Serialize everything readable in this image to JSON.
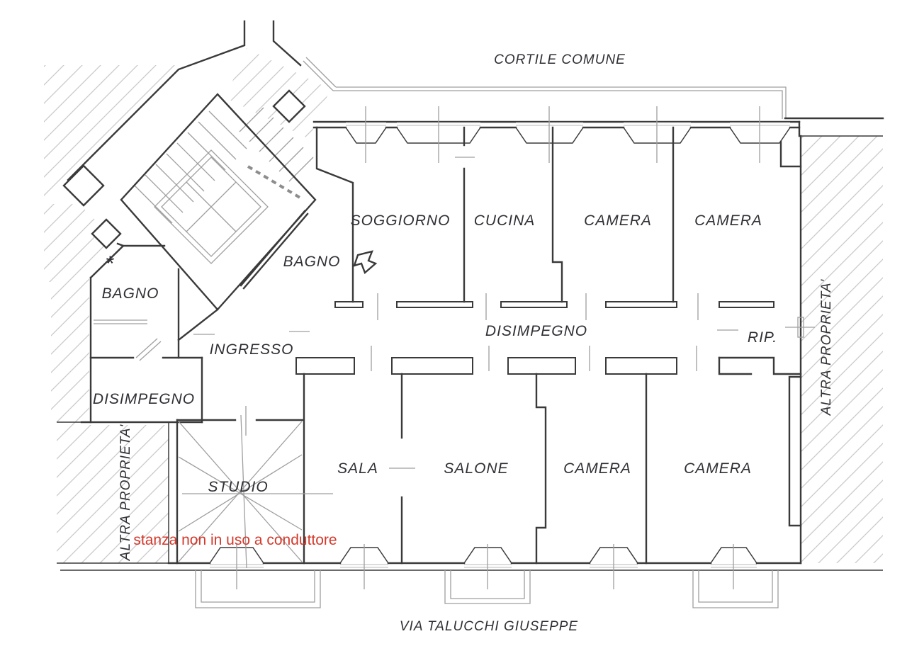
{
  "plan": {
    "courtyard_label": "CORTILE COMUNE",
    "street_label": "VIA TALUCCHI GIUSEPPE",
    "note_red": "stanza non in uso a conduttore",
    "adjacent_property_left": "ALTRA PROPRIETA'",
    "adjacent_property_right": "ALTRA PROPRIETA'",
    "asterisk_mark": "*",
    "rooms": {
      "soggiorno": "SOGGIORNO",
      "cucina": "CUCINA",
      "camera_top_1": "CAMERA",
      "camera_top_2": "CAMERA",
      "bagno_stairs": "BAGNO",
      "bagno_left": "BAGNO",
      "ingresso": "INGRESSO",
      "disimpegno_corridor": "DISIMPEGNO",
      "rip": "RIP.",
      "disimpegno_left": "DISIMPEGNO",
      "studio": "STUDIO",
      "sala": "SALA",
      "salone": "SALONE",
      "camera_bottom_1": "CAMERA",
      "camera_bottom_2": "CAMERA"
    },
    "colors": {
      "wall": "#3a3a3a",
      "thin_line": "#9f9f9f",
      "hatch": "#c9c9c9",
      "note_red": "#d4392c",
      "text": "#2f2f35",
      "background": "#ffffff"
    }
  }
}
